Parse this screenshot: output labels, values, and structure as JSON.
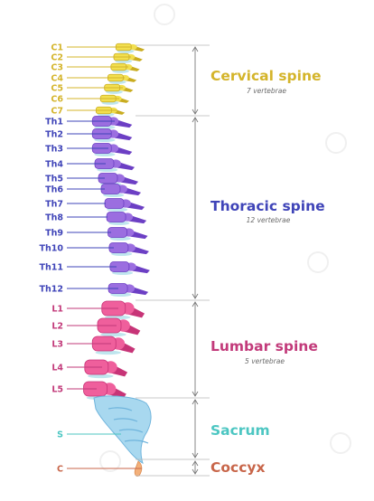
{
  "colors": {
    "cervical": "#d4b42a",
    "cervical_bone": "#f2df4f",
    "cervical_shade": "#c9ac20",
    "thoracic": "#3f44b8",
    "thoracic_bone": "#9b6ee0",
    "thoracic_shade": "#6c3fc4",
    "lumbar": "#c23a7a",
    "lumbar_bone": "#ef5f9c",
    "lumbar_shade": "#c73477",
    "sacrum": "#4cc6c2",
    "sacrum_bone": "#a8d8ef",
    "sacrum_shade": "#6fb4dc",
    "coccyx": "#c8664a",
    "coccyx_bone": "#f3b07a",
    "disc": "#bfe6ee"
  },
  "regions": [
    {
      "id": "cervical",
      "title": "Cervical spine",
      "subtitle": "7 vertebrae",
      "color": "#d4b42a",
      "labels": [
        "C1",
        "C2",
        "C3",
        "C4",
        "C5",
        "C6",
        "C7"
      ]
    },
    {
      "id": "thoracic",
      "title": "Thoracic spine",
      "subtitle": "12 vertebrae",
      "color": "#3f44b8",
      "labels": [
        "Th1",
        "Th2",
        "Th3",
        "Th4",
        "Th5",
        "Th6",
        "Th7",
        "Th8",
        "Th9",
        "Th10",
        "Th11",
        "Th12"
      ]
    },
    {
      "id": "lumbar",
      "title": "Lumbar spine",
      "subtitle": "5 vertebrae",
      "color": "#c23a7a",
      "labels": [
        "L1",
        "L2",
        "L3",
        "L4",
        "L5"
      ]
    },
    {
      "id": "sacrum",
      "title": "Sacrum",
      "subtitle": "",
      "color": "#4cc6c2",
      "labels": [
        "S"
      ]
    },
    {
      "id": "coccyx",
      "title": "Coccyx",
      "subtitle": "",
      "color": "#c8664a",
      "labels": [
        "C"
      ]
    }
  ]
}
